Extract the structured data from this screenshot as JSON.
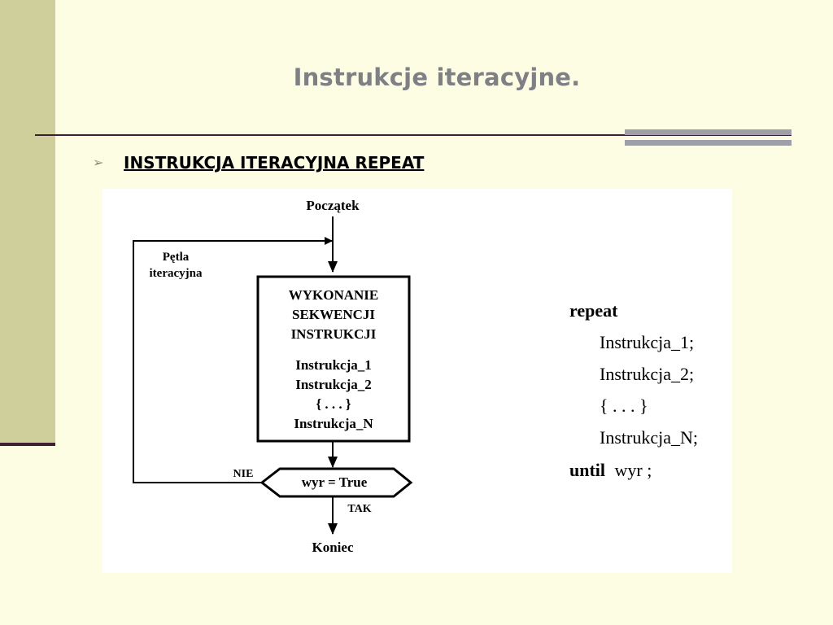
{
  "slide": {
    "title": "Instrukcje iteracyjne.",
    "bullet_icon": "arrow-bullet-icon",
    "bullet_text": "INSTRUKCJA ITERACYJNA REPEAT"
  },
  "diagram": {
    "start": "Początek",
    "loop_label_line1": "Pętla",
    "loop_label_line2": "iteracyjna",
    "box_title_lines": [
      "WYKONANIE",
      "SEKWENCJI",
      "INSTRUKCJI"
    ],
    "box_body_lines": [
      "Instrukcja_1",
      "Instrukcja_2",
      "{ . . . }",
      "Instrukcja_N"
    ],
    "condition": "wyr = True",
    "no_label": "NIE",
    "yes_label": "TAK",
    "end": "Koniec"
  },
  "code": {
    "keyword_repeat": "repeat",
    "lines": [
      "Instrukcja_1;",
      "Instrukcja_2;",
      "{ . . . }",
      "Instrukcja_N;"
    ],
    "keyword_until": "until",
    "until_expr": "wyr ;"
  },
  "colors": {
    "background": "#fdfde3",
    "left_band": "#cfcf9c",
    "title": "#7f7f86",
    "rule_dark": "#3f1f33",
    "rule_grey": "#9f9fa8"
  }
}
